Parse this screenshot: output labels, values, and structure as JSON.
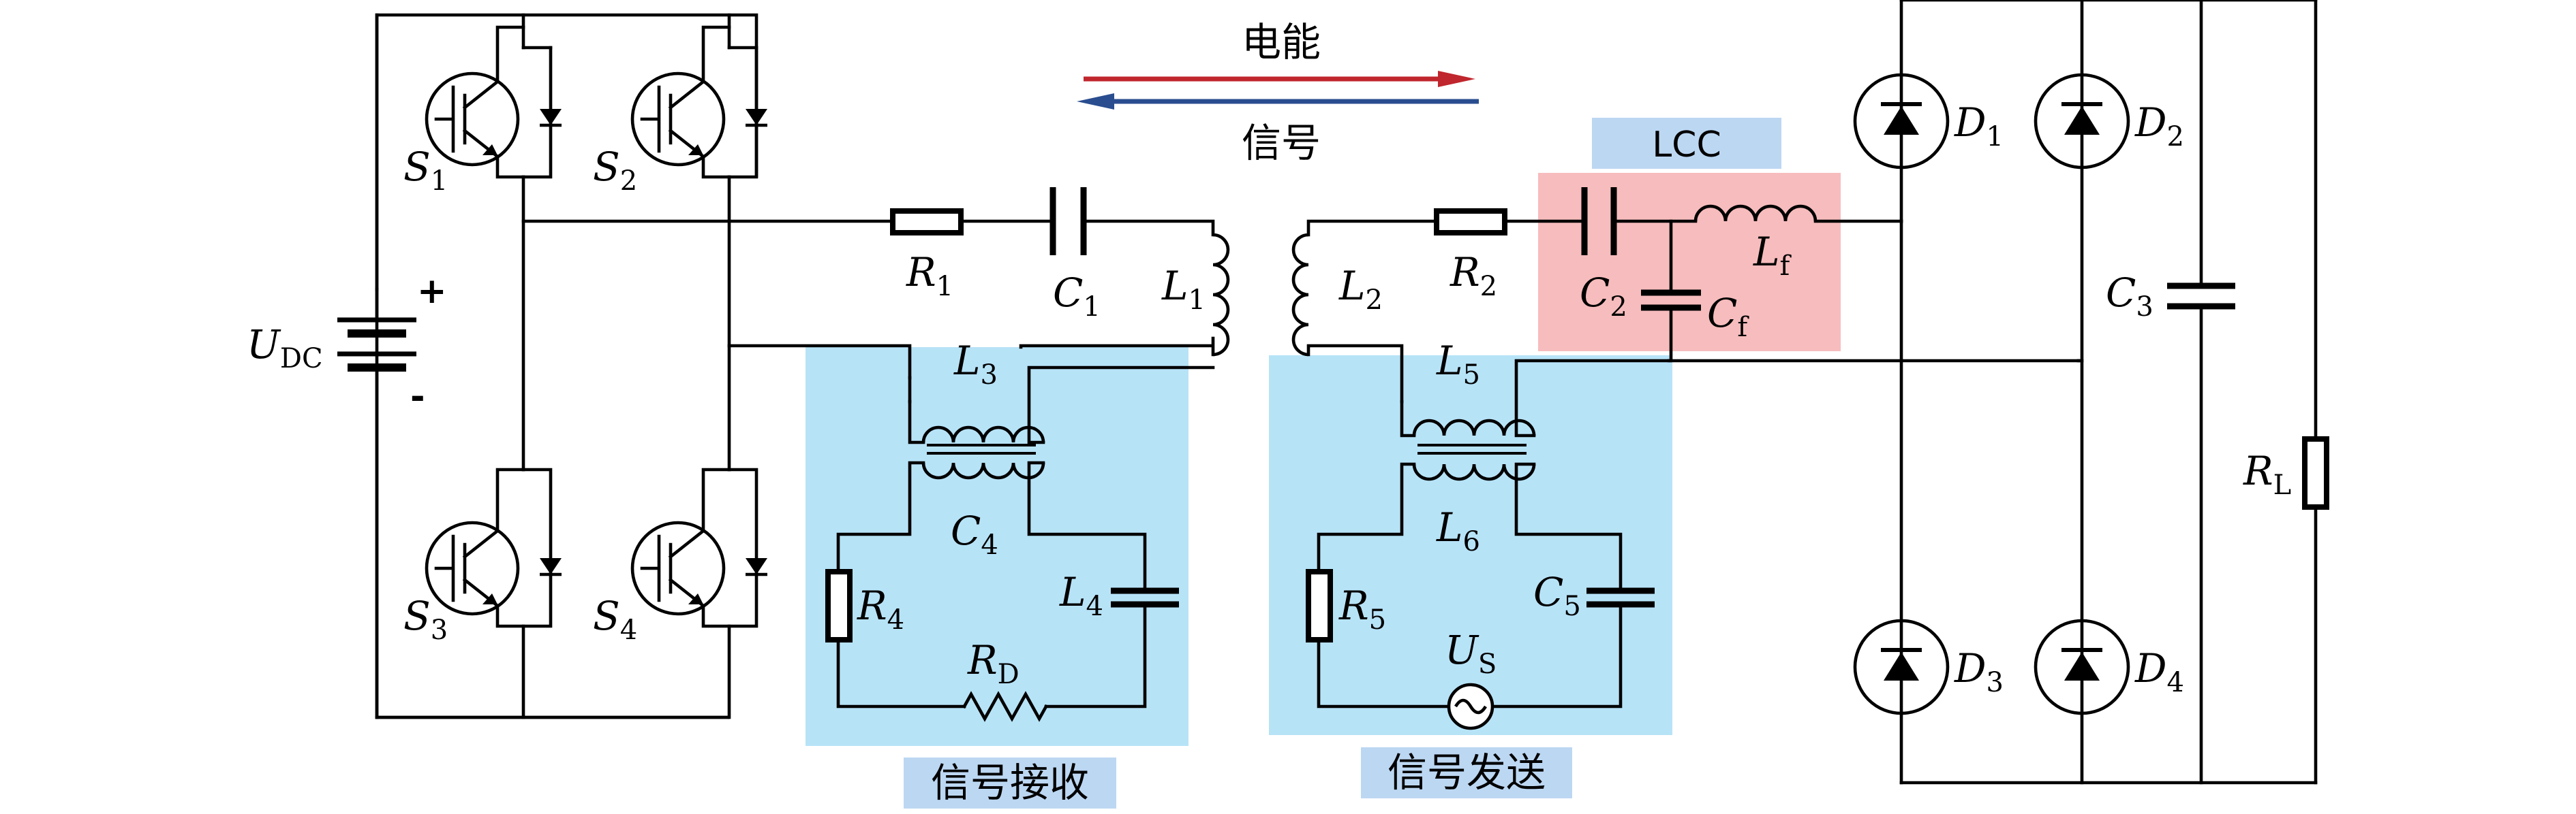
{
  "arrows": {
    "top_label": "电能",
    "bottom_label": "信号",
    "top_color": "#c0262d",
    "bottom_color": "#2a4d8f"
  },
  "source": {
    "name": "U",
    "sub": "DC",
    "plus": "+",
    "minus": "-"
  },
  "switches": [
    {
      "name": "S",
      "sub": "1"
    },
    {
      "name": "S",
      "sub": "2"
    },
    {
      "name": "S",
      "sub": "3"
    },
    {
      "name": "S",
      "sub": "4"
    }
  ],
  "primary": {
    "r1": {
      "name": "R",
      "sub": "1"
    },
    "c1": {
      "name": "C",
      "sub": "1"
    },
    "l1": {
      "name": "L",
      "sub": "1"
    }
  },
  "secondary": {
    "l2": {
      "name": "L",
      "sub": "2"
    },
    "r2": {
      "name": "R",
      "sub": "2"
    }
  },
  "lcc": {
    "title": "LCC",
    "c2": {
      "name": "C",
      "sub": "2"
    },
    "cf": {
      "name": "C",
      "sub": "f"
    },
    "lf": {
      "name": "L",
      "sub": "f"
    },
    "box_color": "#f7bcbd",
    "title_bg": "#bcd7f2"
  },
  "receive": {
    "title": "信号接收",
    "l3": {
      "name": "L",
      "sub": "3"
    },
    "c4": {
      "name": "C",
      "sub": "4"
    },
    "r4": {
      "name": "R",
      "sub": "4"
    },
    "l4": {
      "name": "L",
      "sub": "4"
    },
    "rd": {
      "name": "R",
      "sub": "D"
    },
    "box_color": "#b7e3f7"
  },
  "send": {
    "title": "信号发送",
    "l5": {
      "name": "L",
      "sub": "5"
    },
    "l6": {
      "name": "L",
      "sub": "6"
    },
    "r5": {
      "name": "R",
      "sub": "5"
    },
    "c5": {
      "name": "C",
      "sub": "5"
    },
    "us": {
      "name": "U",
      "sub": "S"
    },
    "box_color": "#b7e3f7"
  },
  "rectifier": {
    "d1": {
      "name": "D",
      "sub": "1"
    },
    "d2": {
      "name": "D",
      "sub": "2"
    },
    "d3": {
      "name": "D",
      "sub": "3"
    },
    "d4": {
      "name": "D",
      "sub": "4"
    },
    "c3": {
      "name": "C",
      "sub": "3"
    },
    "rl": {
      "name": "R",
      "sub": "L"
    }
  }
}
